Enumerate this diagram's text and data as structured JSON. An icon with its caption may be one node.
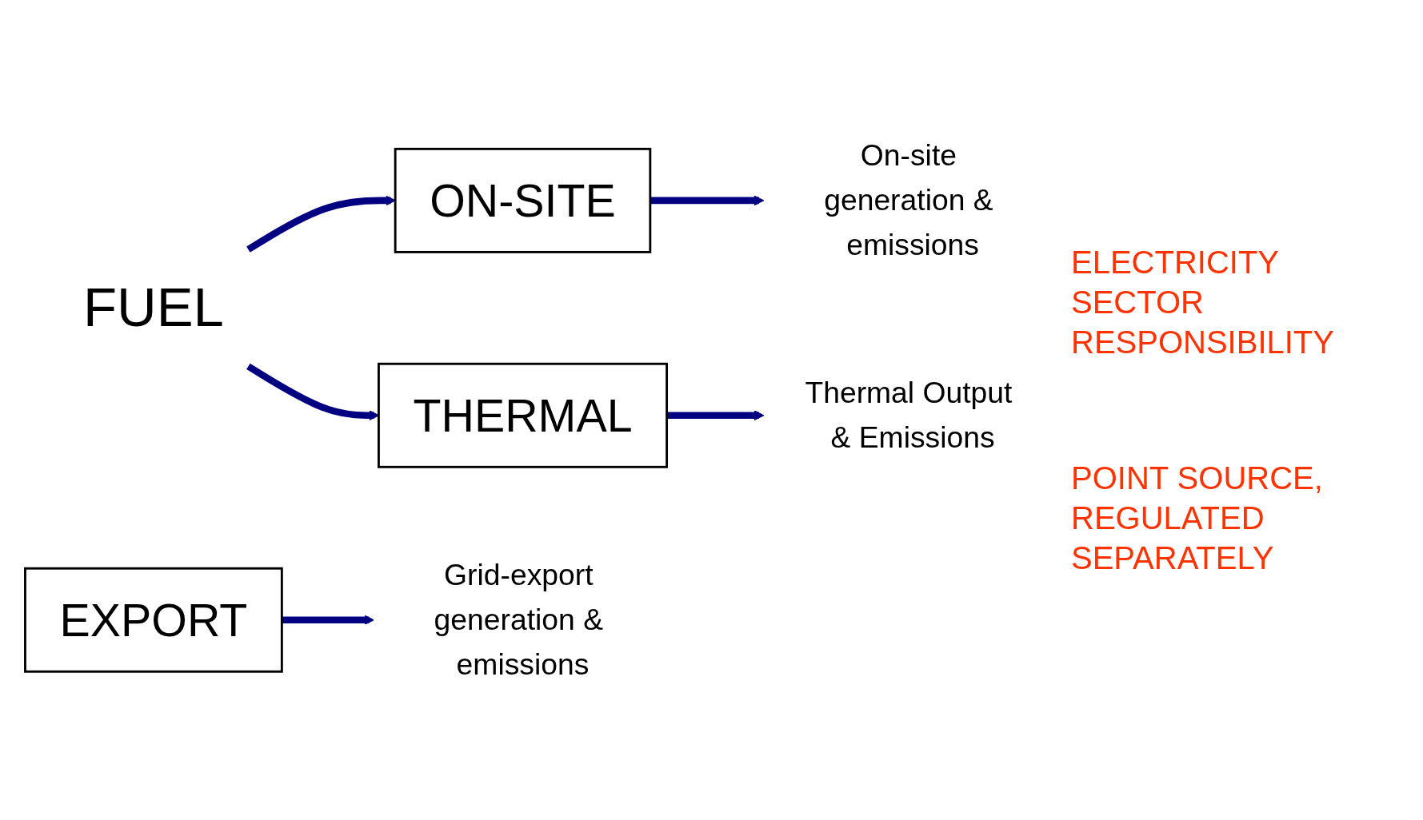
{
  "diagram": {
    "nodes": [
      {
        "text": [
          "FUEL"
        ]
      },
      {
        "text": [
          "ON-SITE"
        ]
      },
      {
        "text": [
          "EXPORT"
        ]
      },
      {
        "text": [
          "THERMAL"
        ]
      },
      {
        "text": [
          "On-site generation & emissions"
        ]
      },
      {
        "text": [
          "Grid-export generation & emissions"
        ]
      },
      {
        "text": [
          "Thermal Output & Emissions"
        ]
      }
    ],
    "edges": [
      {
        "from": 0,
        "to": 1,
        "arrow": "to"
      },
      {
        "from": 0,
        "to": 3,
        "arrow": "to"
      },
      {
        "from": 1,
        "to": 4,
        "arrow": "to"
      },
      {
        "from": 2,
        "to": 5,
        "arrow": "to"
      },
      {
        "from": 3,
        "to": 6,
        "arrow": "to"
      }
    ],
    "labels": [
      "ELECTRICITY SECTOR RESPONSIBILITY",
      "POINT SOURCE, REGULATED SEPARATELY"
    ]
  }
}
